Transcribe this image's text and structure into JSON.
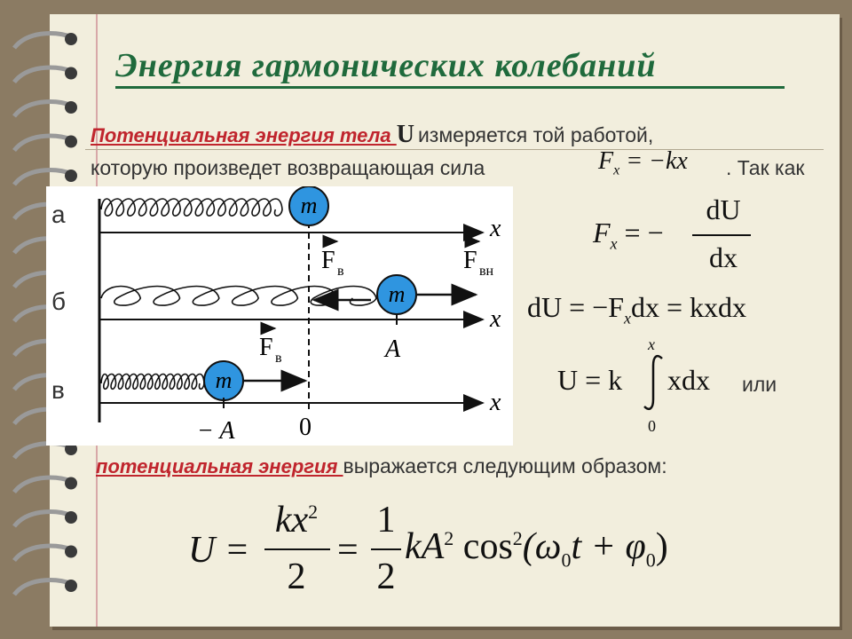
{
  "title": "Энергия гармонических колебаний",
  "intro": {
    "term": "Потенциальная энергия тела ",
    "symbol": "U",
    "rest1": " измеряется той работой,",
    "line2": "которую произведет возвращающая сила",
    "force": "F",
    "force_sub": "x",
    "force_rhs": " = −kx",
    "tail": ". Так как"
  },
  "diagram": {
    "row_labels": [
      "а",
      "б",
      "в"
    ],
    "mass_label": "m",
    "axis_label": "x",
    "force_b": "F",
    "force_b_sub": "в",
    "force_ext": "F",
    "force_ext_sub": "вн",
    "amplitude": "A",
    "neg_amplitude": "− A",
    "origin": "0"
  },
  "eq1": {
    "lhs": "F",
    "lhs_sub": "x",
    "eq": "= −",
    "num": "dU",
    "den": "dx"
  },
  "eq2": {
    "a": "dU = −F",
    "sub": "x",
    "b": "dx = kxdx"
  },
  "eq3": {
    "lhs": "U = k",
    "integrand": "xdx",
    "upper": "x",
    "lower": "0",
    "or": "или"
  },
  "bottom": {
    "term": "потенциальная энергия ",
    "rest": "выражается следующим образом:"
  },
  "final": {
    "lhs": "U =",
    "frac1_num": "kx",
    "frac1_exp": "2",
    "frac1_den": "2",
    "eq": "=",
    "frac2_num": "1",
    "frac2_den": "2",
    "kA": "kA",
    "kA_exp": "2",
    "cos": "cos",
    "cos_exp": "2",
    "arg": "(ω",
    "arg_sub": "0",
    "arg_mid": "t + φ",
    "arg_sub2": "0",
    "arg_end": ")"
  },
  "colors": {
    "title": "#1f6a3c",
    "term": "#c0252d",
    "mass": "#2f95e0",
    "paper": "#f2eedd",
    "background": "#8b7b63"
  }
}
